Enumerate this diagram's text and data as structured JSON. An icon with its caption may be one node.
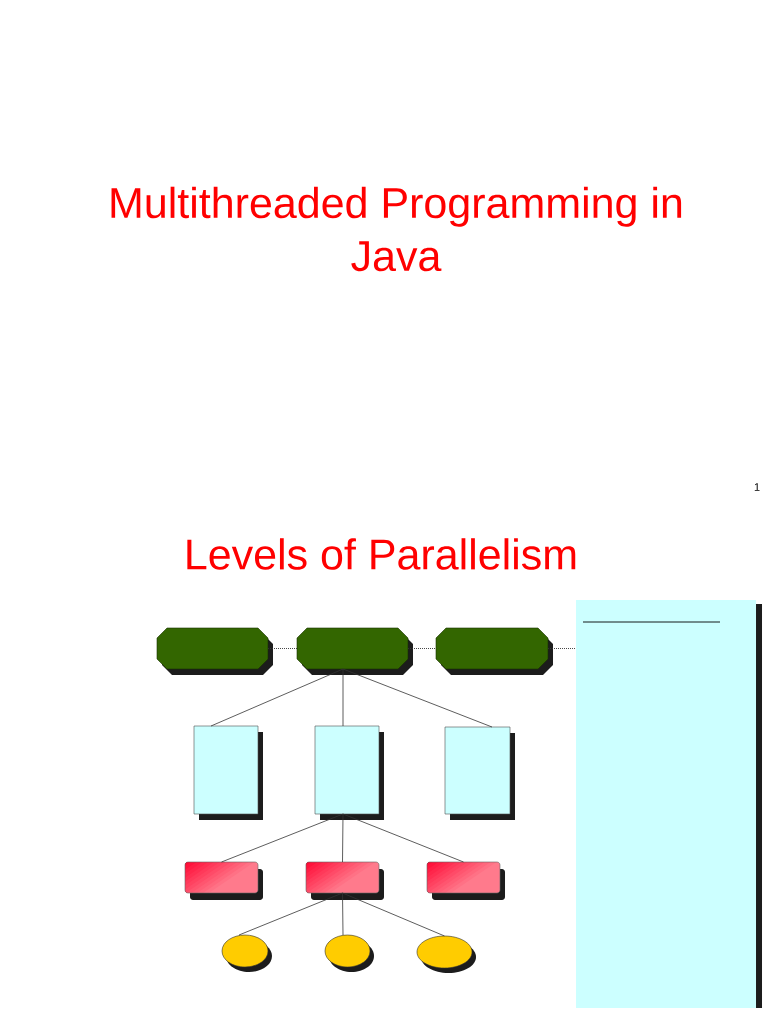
{
  "diagram": {
    "title": "Levels of Parallelism",
    "nodes": [
      {
        "text": [],
        "shape": "octagon"
      },
      {
        "text": [],
        "shape": "octagon"
      },
      {
        "text": [],
        "shape": "octagon"
      },
      {
        "text": [],
        "shape": "box"
      },
      {
        "text": [],
        "shape": "box"
      },
      {
        "text": [],
        "shape": "box"
      },
      {
        "text": [],
        "shape": "box"
      },
      {
        "text": [],
        "shape": "box"
      },
      {
        "text": [],
        "shape": "box"
      },
      {
        "text": [],
        "shape": "ellipse"
      },
      {
        "text": [],
        "shape": "ellipse"
      },
      {
        "text": [],
        "shape": "ellipse"
      },
      {
        "text": [],
        "shape": "box"
      }
    ],
    "edges": [
      {
        "from": 0,
        "to": 1,
        "arrow": "none",
        "style": "dashed"
      },
      {
        "from": 1,
        "to": 2,
        "arrow": "none",
        "style": "dashed"
      },
      {
        "from": 2,
        "to": 12,
        "arrow": "none",
        "style": "dashed"
      },
      {
        "from": 1,
        "to": 3,
        "arrow": "none"
      },
      {
        "from": 1,
        "to": 4,
        "arrow": "none"
      },
      {
        "from": 1,
        "to": 5,
        "arrow": "none"
      },
      {
        "from": 4,
        "to": 6,
        "arrow": "none"
      },
      {
        "from": 4,
        "to": 7,
        "arrow": "none"
      },
      {
        "from": 4,
        "to": 8,
        "arrow": "none"
      },
      {
        "from": 7,
        "to": 9,
        "arrow": "none"
      },
      {
        "from": 7,
        "to": 10,
        "arrow": "none"
      },
      {
        "from": 7,
        "to": 11,
        "arrow": "none"
      }
    ],
    "labels": [
      "Multithreaded Programming in Java",
      "1"
    ]
  }
}
